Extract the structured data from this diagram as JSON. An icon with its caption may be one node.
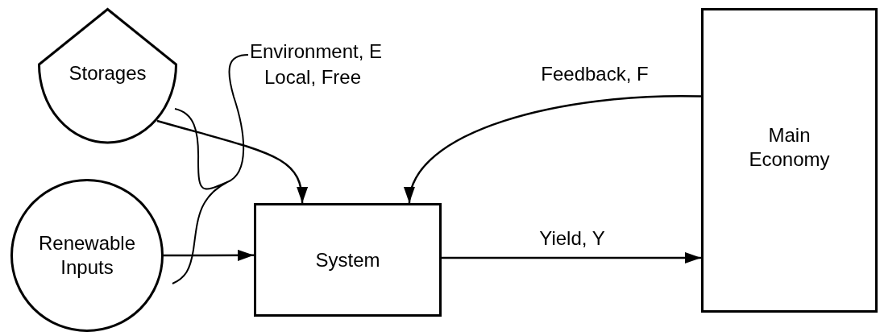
{
  "diagram": {
    "nodes": [
      {
        "text": [
          "Storages"
        ]
      },
      {
        "text": [
          "Renewable Inputs"
        ]
      },
      {
        "text": [
          "System"
        ]
      },
      {
        "text": [
          "Main Economy"
        ]
      }
    ],
    "edges": [
      {
        "from": 0,
        "to": 2,
        "arrow": "to"
      },
      {
        "from": 1,
        "to": 2,
        "arrow": "to"
      },
      {
        "from": 3,
        "to": 2,
        "arrow": "to",
        "label": "Feedback, F"
      },
      {
        "from": 2,
        "to": 3,
        "arrow": "to",
        "label": "Yield, Y"
      }
    ],
    "labels": [
      "Environment, E",
      "Local, Free"
    ]
  }
}
